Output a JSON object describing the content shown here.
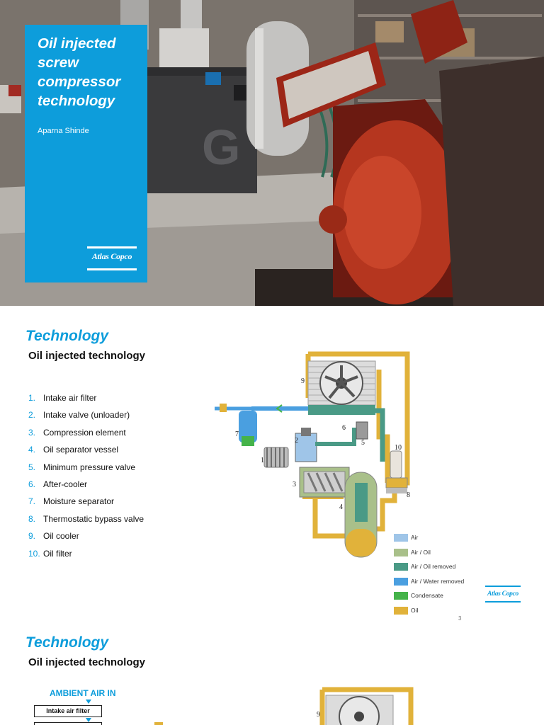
{
  "colors": {
    "accent": "#0d9ddb",
    "oil": "#e1b23a",
    "air": "#9fc5e8",
    "air_oil": "#a9c08a",
    "air_oil_removed": "#4a9a86",
    "air_water_removed": "#4a9fe0",
    "condensate": "#45b34a"
  },
  "cover": {
    "title": "Oil injected screw compressor technology",
    "author": "Aparna Shinde",
    "logo": "Atlas Copco"
  },
  "slide2": {
    "heading": "Technology",
    "subheading": "Oil injected technology",
    "items": [
      {
        "num": "1.",
        "label": "Intake air filter"
      },
      {
        "num": "2.",
        "label": "Intake valve (unloader)"
      },
      {
        "num": "3.",
        "label": "Compression element"
      },
      {
        "num": "4.",
        "label": "Oil separator vessel"
      },
      {
        "num": "5.",
        "label": "Minimum  pressure valve"
      },
      {
        "num": "6.",
        "label": "After-cooler"
      },
      {
        "num": "7.",
        "label": "Moisture separator"
      },
      {
        "num": "8.",
        "label": "Thermostatic bypass valve"
      },
      {
        "num": "9.",
        "label": "Oil cooler"
      },
      {
        "num": "10.",
        "label": "Oil filter"
      }
    ],
    "diagram_labels": [
      "9",
      "7",
      "2",
      "6",
      "5",
      "1",
      "10",
      "3",
      "8",
      "4"
    ],
    "legend": [
      {
        "label": "Air",
        "color": "#9fc5e8"
      },
      {
        "label": "Air / Oil",
        "color": "#a9c08a"
      },
      {
        "label": "Air / Oil removed",
        "color": "#4a9a86"
      },
      {
        "label": "Air / Water removed",
        "color": "#4a9fe0"
      },
      {
        "label": "Condensate",
        "color": "#45b34a"
      },
      {
        "label": "Oil",
        "color": "#e1b23a"
      }
    ],
    "logo": "Atlas Copco",
    "page_number": "3"
  },
  "slide3": {
    "heading": "Technology",
    "subheading": "Oil injected technology",
    "flow_title": "AMBIENT  AIR IN",
    "flow_box": "Intake air filter",
    "diagram_label": "9"
  }
}
